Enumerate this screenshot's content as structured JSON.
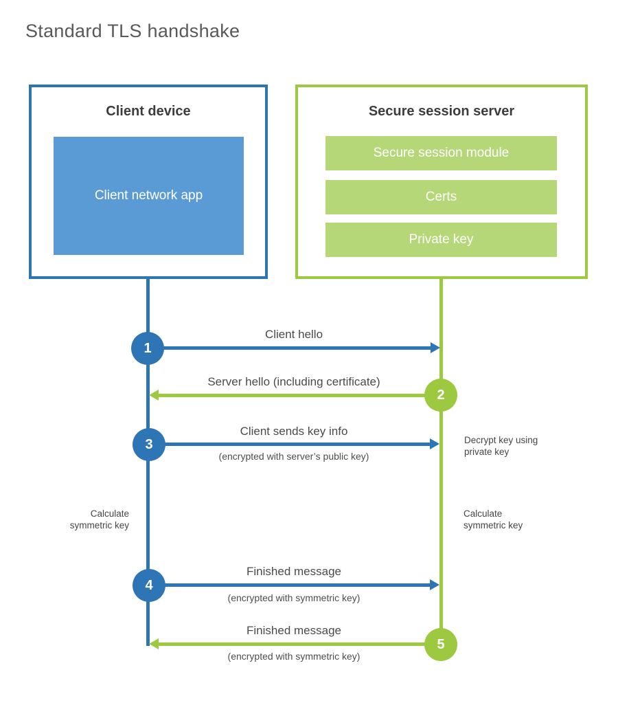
{
  "title": "Standard TLS handshake",
  "colors": {
    "blue": "#2e75b6",
    "blue_fill": "#5b9bd5",
    "green": "#9cc93f",
    "green_fill": "#b6d778",
    "heading_text": "#3d3d3d",
    "label_text": "#4a4a4a",
    "title_text": "#595959"
  },
  "client_box": {
    "title": "Client device",
    "app_label": "Client network app"
  },
  "server_box": {
    "title": "Secure session server",
    "modules": [
      "Secure session module",
      "Certs",
      "Private key"
    ]
  },
  "steps": [
    {
      "num": "1",
      "label": "Client hello",
      "direction": "client-to-server",
      "color": "blue"
    },
    {
      "num": "2",
      "label": "Server hello (including certificate)",
      "direction": "server-to-client",
      "color": "green"
    },
    {
      "num": "3",
      "label": "Client sends key info",
      "sublabel": "(encrypted with server’s public key)",
      "direction": "client-to-server",
      "color": "blue"
    },
    {
      "num": "4",
      "label": "Finished message",
      "sublabel": "(encrypted with symmetric key)",
      "direction": "client-to-server",
      "color": "blue"
    },
    {
      "num": "5",
      "label": "Finished message",
      "sublabel": "(encrypted with symmetric key)",
      "direction": "server-to-client",
      "color": "green"
    }
  ],
  "annotations": {
    "decrypt_line1": "Decrypt key using",
    "decrypt_line2": "private key",
    "calc_left_line1": "Calculate",
    "calc_left_line2": "symmetric key",
    "calc_right_line1": "Calculate",
    "calc_right_line2": "symmetric key"
  }
}
